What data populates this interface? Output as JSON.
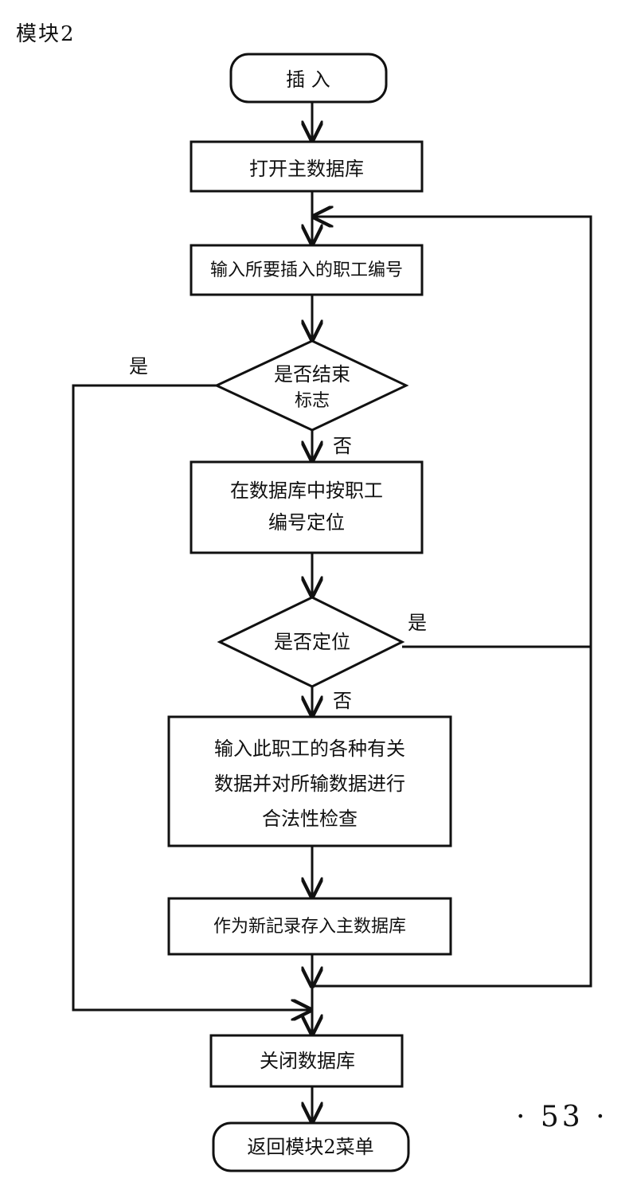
{
  "header": {
    "module_label": "模块2"
  },
  "footer": {
    "page_number": "· 53 ·"
  },
  "flowchart": {
    "start": {
      "label": "插 入"
    },
    "open_db": {
      "label": "打开主数据库"
    },
    "input_id": {
      "label": "输入所要插入的职工编号"
    },
    "end_check": {
      "lines": [
        "是否结束",
        "标志"
      ]
    },
    "locate": {
      "lines": [
        "在数据库中按职工",
        "编号定位"
      ]
    },
    "located_check": {
      "label": "是否定位"
    },
    "input_data": {
      "lines": [
        "输入此职工的各种有关",
        "数据并对所输数据进行",
        "合法性检查"
      ]
    },
    "save_record": {
      "label": "作为新記录存入主数据库"
    },
    "close_db": {
      "label": "关闭数据库"
    },
    "end": {
      "label": "返回模块2菜单"
    },
    "branches": {
      "end_yes": "是",
      "end_no": "否",
      "located_yes": "是",
      "located_no": "否"
    }
  }
}
